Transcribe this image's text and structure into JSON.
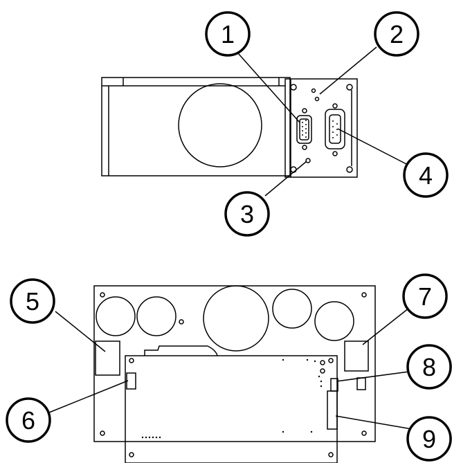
{
  "callouts": [
    {
      "id": "1",
      "label": "1"
    },
    {
      "id": "2",
      "label": "2"
    },
    {
      "id": "3",
      "label": "3"
    },
    {
      "id": "4",
      "label": "4"
    },
    {
      "id": "5",
      "label": "5"
    },
    {
      "id": "6",
      "label": "6"
    },
    {
      "id": "7",
      "label": "7"
    },
    {
      "id": "8",
      "label": "8"
    },
    {
      "id": "9",
      "label": "9"
    }
  ],
  "colors": {
    "line": "#000000",
    "fill": "#ffffff"
  }
}
